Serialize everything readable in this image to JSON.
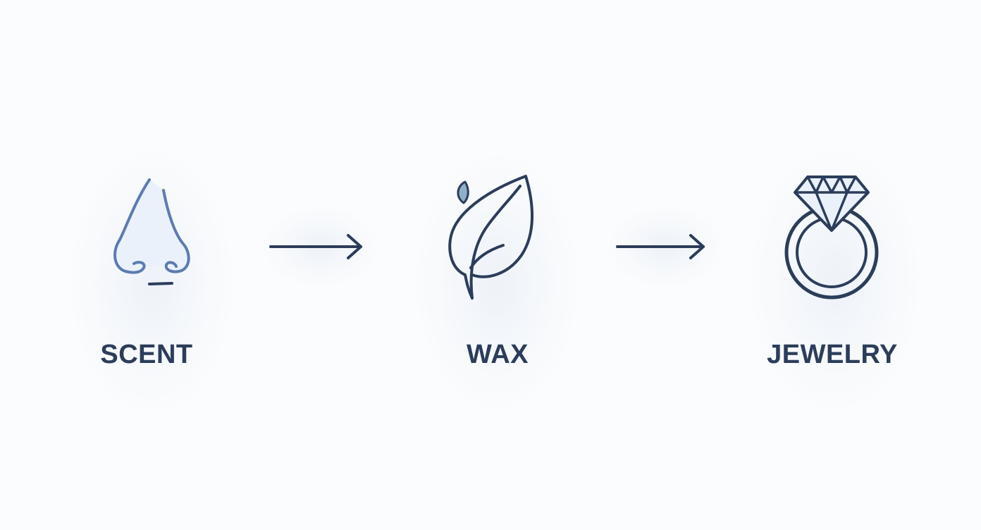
{
  "diagram": {
    "steps": [
      {
        "label": "SCENT",
        "icon": "nose-icon"
      },
      {
        "label": "WAX",
        "icon": "leaf-icon"
      },
      {
        "label": "JEWELRY",
        "icon": "ring-icon"
      }
    ],
    "connector_icon": "arrow-right-icon",
    "colors": {
      "stroke": "#2c3d5b",
      "nose_stroke": "#5c7bb0",
      "accent_fill": "#eaf1fb",
      "leaf_bud": "#8fb0c8",
      "background": "#fbfcfd"
    }
  }
}
